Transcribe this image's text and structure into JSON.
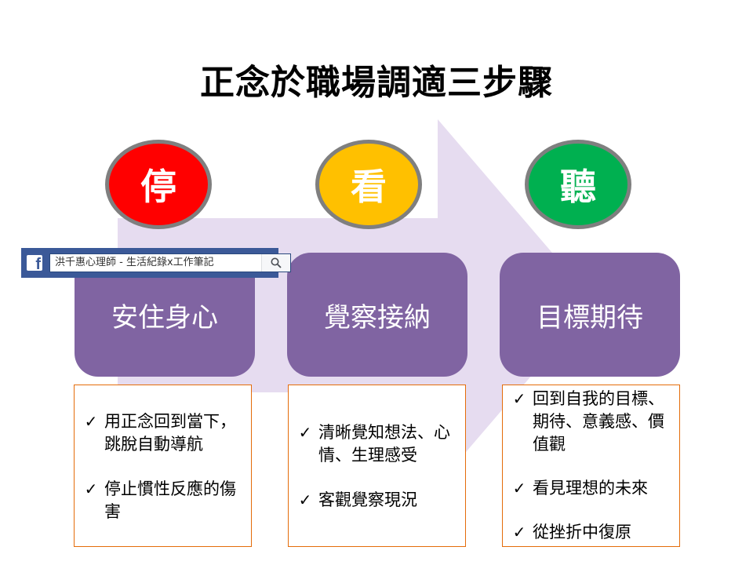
{
  "title": "正念於職場調適三步驟",
  "steps": [
    {
      "circle_label": "停",
      "circle_color": "#ff0000",
      "box_label": "安住身心",
      "items": [
        "用正念回到當下，跳脫自動導航",
        "停止慣性反應的傷害"
      ]
    },
    {
      "circle_label": "看",
      "circle_color": "#ffc000",
      "box_label": "覺察接納",
      "items": [
        "清晰覺知想法、心情、生理感受",
        "客觀覺察現況"
      ]
    },
    {
      "circle_label": "聽",
      "circle_color": "#00b050",
      "box_label": "目標期待",
      "items": [
        "回到自我的目標、期待、意義感、價值觀",
        "看見理想的未來",
        "從挫折中復原"
      ]
    }
  ],
  "colors": {
    "arrow": "#e6dcf0",
    "step_box": "#8064a2",
    "detail_border": "#e46c0a",
    "circle_border": "#7f7f7f"
  },
  "check_mark": "✓",
  "facebook_bar": {
    "icon": "facebook-logo",
    "search_text": "洪千惠心理師 - 生活紀錄x工作筆記",
    "search_icon": "search-icon"
  }
}
